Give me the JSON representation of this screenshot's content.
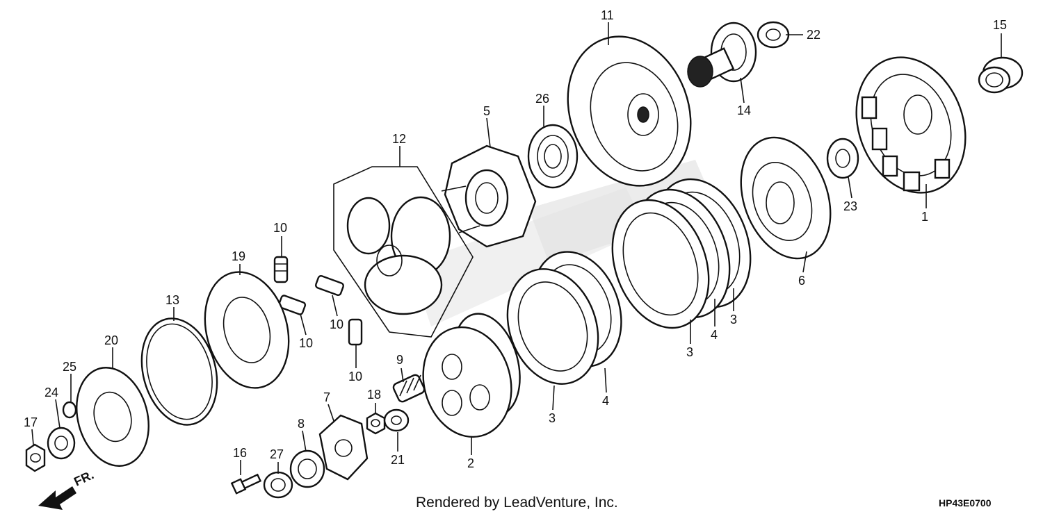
{
  "diagram": {
    "credit": "Rendered by LeadVenture, Inc.",
    "code": "HP43E0700",
    "direction_label": "FR.",
    "callouts": {
      "p1": "1",
      "p2": "2",
      "p3a": "3",
      "p3b": "3",
      "p3c": "3",
      "p4a": "4",
      "p4b": "4",
      "p5": "5",
      "p6": "6",
      "p7": "7",
      "p8": "8",
      "p9": "9",
      "p10a": "10",
      "p10b": "10",
      "p10c": "10",
      "p10d": "10",
      "p11": "11",
      "p12": "12",
      "p13": "13",
      "p14": "14",
      "p15": "15",
      "p16": "16",
      "p17": "17",
      "p18": "18",
      "p19": "19",
      "p20": "20",
      "p21": "21",
      "p22": "22",
      "p23": "23",
      "p24": "24",
      "p25": "25",
      "p26": "26",
      "p27": "27"
    }
  }
}
